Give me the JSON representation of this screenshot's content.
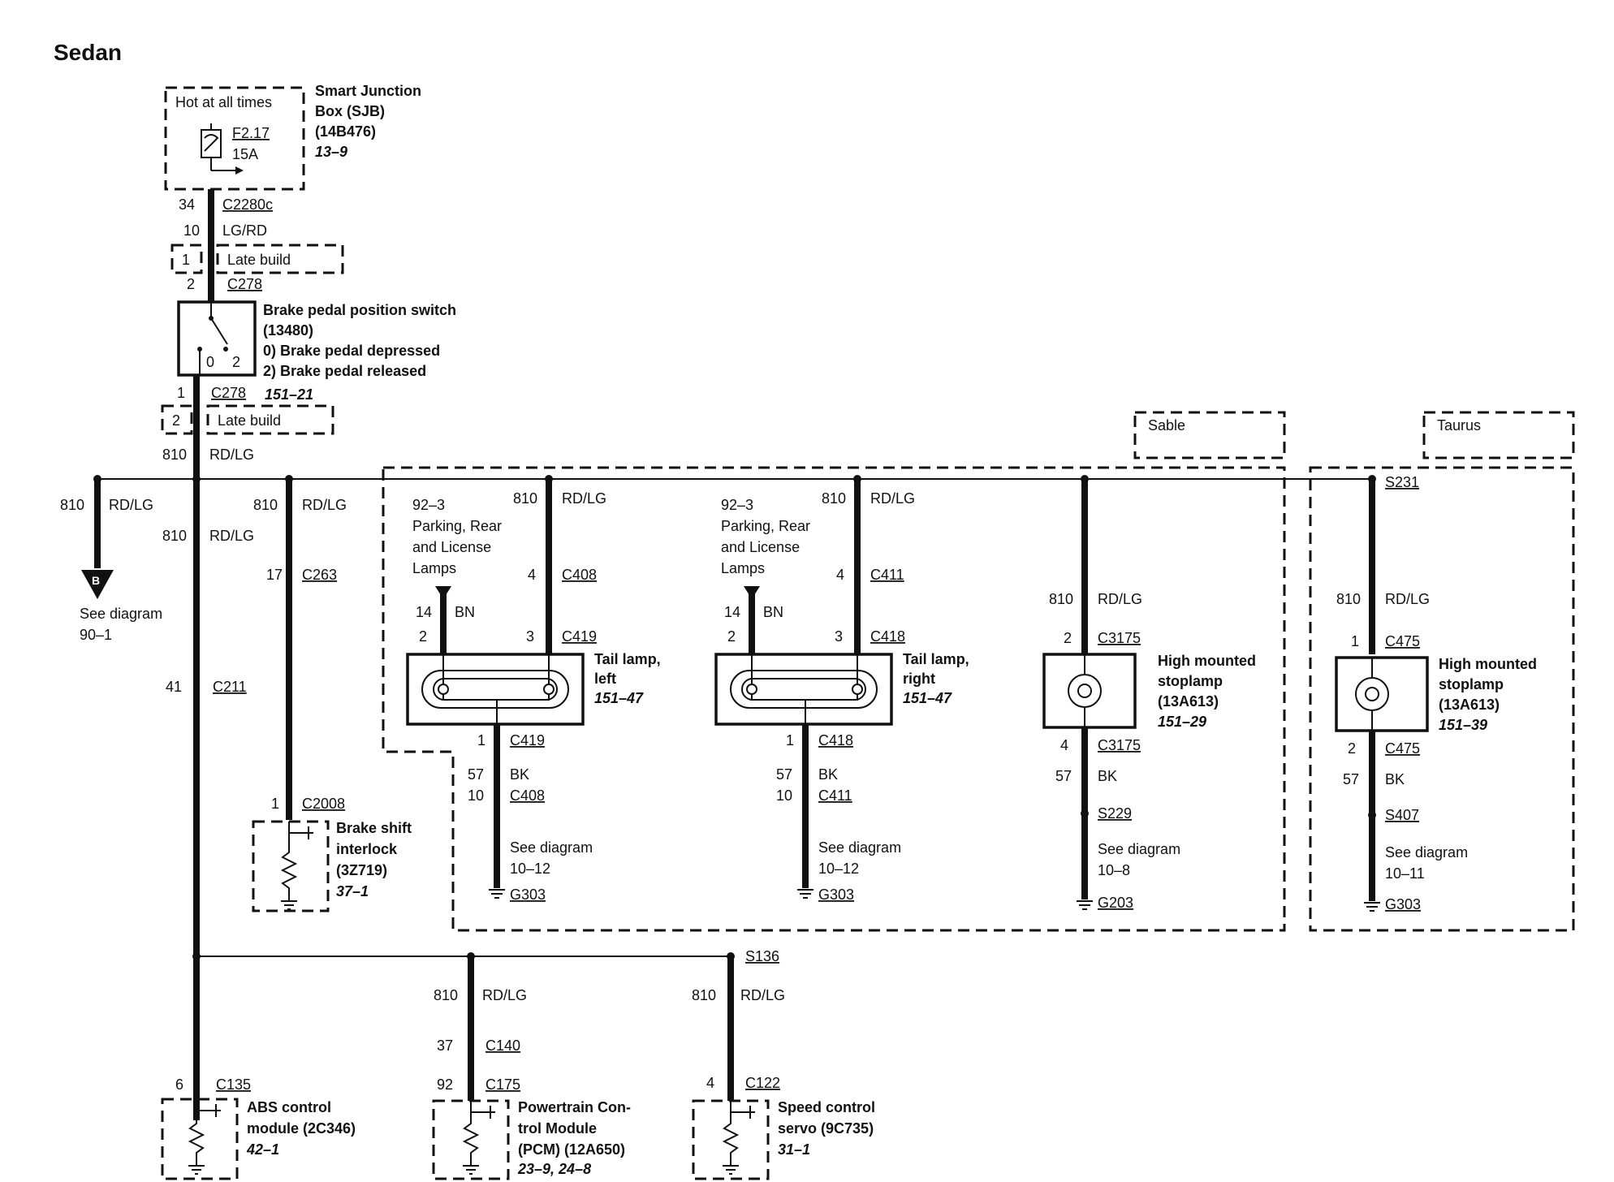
{
  "title": "Sedan",
  "sjb": {
    "hot_label": "Hot at all times",
    "fuse": "F2.17",
    "rating": "15A",
    "name_line1": "Smart Junction",
    "name_line2": "Box (SJB)",
    "part": "(14B476)",
    "ref": "13–9"
  },
  "sjb_out": {
    "pin_a": "34",
    "conn_a": "C2280c",
    "circuit": "10",
    "color": "LG/RD"
  },
  "late_build_top": {
    "pin": "1",
    "label": "Late build",
    "pin2": "2",
    "conn": "C278"
  },
  "bpp": {
    "name": "Brake pedal position switch",
    "part": "(13480)",
    "state0": "0)   Brake pedal depressed",
    "state2": "2)   Brake pedal released",
    "pos0": "0",
    "pos2": "2",
    "out_pin": "1",
    "out_conn": "C278",
    "ref": "151–21"
  },
  "late_build_bottom": {
    "pin": "2",
    "label": "Late build"
  },
  "main_wire": {
    "circuit": "810",
    "color": "RD/LG"
  },
  "branch_b": {
    "circuit": "810",
    "color": "RD/LG",
    "marker": "B",
    "see1": "See diagram",
    "see2": "90–1"
  },
  "center": {
    "circuit": "810",
    "color": "RD/LG",
    "pin": "41",
    "conn": "C211"
  },
  "shift": {
    "circuit": "810",
    "color": "RD/LG",
    "pin_a": "17",
    "conn_a": "C263",
    "pin_b": "1",
    "conn_b": "C2008",
    "name1": "Brake shift",
    "name2": "interlock",
    "part": "(3Z719)",
    "ref": "37–1"
  },
  "variants": {
    "sable": "Sable",
    "taurus": "Taurus"
  },
  "tail_left": {
    "feed1": "92–3",
    "feed2": "Parking, Rear",
    "feed3": "and License",
    "feed4": "Lamps",
    "circuit": "810",
    "color": "RD/LG",
    "pin_in": "4",
    "conn_in": "C408",
    "bn_circuit": "14",
    "bn_color": "BN",
    "pin2": "2",
    "pin3": "3",
    "conn_lamp": "C419",
    "name1": "Tail lamp,",
    "name2": "left",
    "ref": "151–47",
    "gnd_pin": "1",
    "gnd_conn": "C419",
    "gnd_circuit": "57",
    "gnd_color": "BK",
    "gnd_pin2": "10",
    "gnd_conn2": "C408",
    "see1": "See diagram",
    "see2": "10–12",
    "ground": "G303"
  },
  "tail_right": {
    "feed1": "92–3",
    "feed2": "Parking, Rear",
    "feed3": "and License",
    "feed4": "Lamps",
    "circuit": "810",
    "color": "RD/LG",
    "pin_in": "4",
    "conn_in": "C411",
    "bn_circuit": "14",
    "bn_color": "BN",
    "pin2": "2",
    "pin3": "3",
    "conn_lamp": "C418",
    "name1": "Tail lamp,",
    "name2": "right",
    "ref": "151–47",
    "gnd_pin": "1",
    "gnd_conn": "C418",
    "gnd_circuit": "57",
    "gnd_color": "BK",
    "gnd_pin2": "10",
    "gnd_conn2": "C411",
    "see1": "See diagram",
    "see2": "10–12",
    "ground": "G303"
  },
  "stop_sable": {
    "circuit": "810",
    "color": "RD/LG",
    "pin_in": "2",
    "conn_in": "C3175",
    "name1": "High mounted",
    "name2": "stoplamp",
    "part": "(13A613)",
    "ref": "151–29",
    "pin_out": "4",
    "conn_out": "C3175",
    "gnd_circuit": "57",
    "gnd_color": "BK",
    "splice": "S229",
    "see1": "See diagram",
    "see2": "10–8",
    "ground": "G203"
  },
  "stop_taurus": {
    "splice_top": "S231",
    "circuit": "810",
    "color": "RD/LG",
    "pin_in": "1",
    "conn_in": "C475",
    "name1": "High mounted",
    "name2": "stoplamp",
    "part": "(13A613)",
    "ref": "151–39",
    "pin_out": "2",
    "conn_out": "C475",
    "gnd_circuit": "57",
    "gnd_color": "BK",
    "splice": "S407",
    "see1": "See diagram",
    "see2": "10–11",
    "ground": "G303"
  },
  "bottom_splice": "S136",
  "abs": {
    "pin": "6",
    "conn": "C135",
    "name1": "ABS control",
    "name2": "module (2C346)",
    "ref": "42–1"
  },
  "pcm": {
    "circuit": "810",
    "color": "RD/LG",
    "pin_a": "37",
    "conn_a": "C140",
    "pin_b": "92",
    "conn_b": "C175",
    "name1": "Powertrain Con-",
    "name2": "trol Module",
    "name3": "(PCM) (12A650)",
    "ref": "23–9, 24–8"
  },
  "speed": {
    "circuit": "810",
    "color": "RD/LG",
    "pin": "4",
    "conn": "C122",
    "name1": "Speed control",
    "name2": "servo (9C735)",
    "ref": "31–1"
  }
}
